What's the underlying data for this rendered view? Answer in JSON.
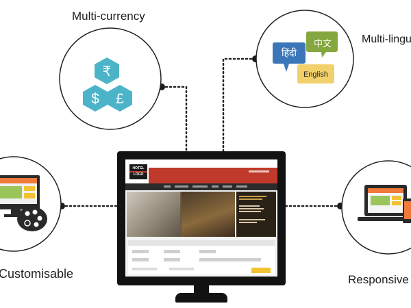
{
  "labels": {
    "multi_currency": "Multi-currency",
    "multi_lingual": "Multi-lingual",
    "customisable": "Customisable",
    "responsive": "Responsive"
  },
  "currency_symbols": [
    "₹",
    "$",
    "£"
  ],
  "language_bubbles": [
    "हिंदी",
    "中文",
    "English"
  ],
  "hotel_logo": [
    "HOTEL",
    "LOGO"
  ],
  "colors": {
    "hexagon": "#4cb4c9",
    "bubble_blue": "#3a76b9",
    "bubble_green": "#85a73f",
    "bubble_yellow": "#f2d06b",
    "site_accent": "#bf3a2a",
    "connector": "#222222"
  },
  "icons": {
    "monitor_central": "monitor-icon",
    "customisable": "palette-monitor-icon",
    "responsive": "devices-icon"
  }
}
